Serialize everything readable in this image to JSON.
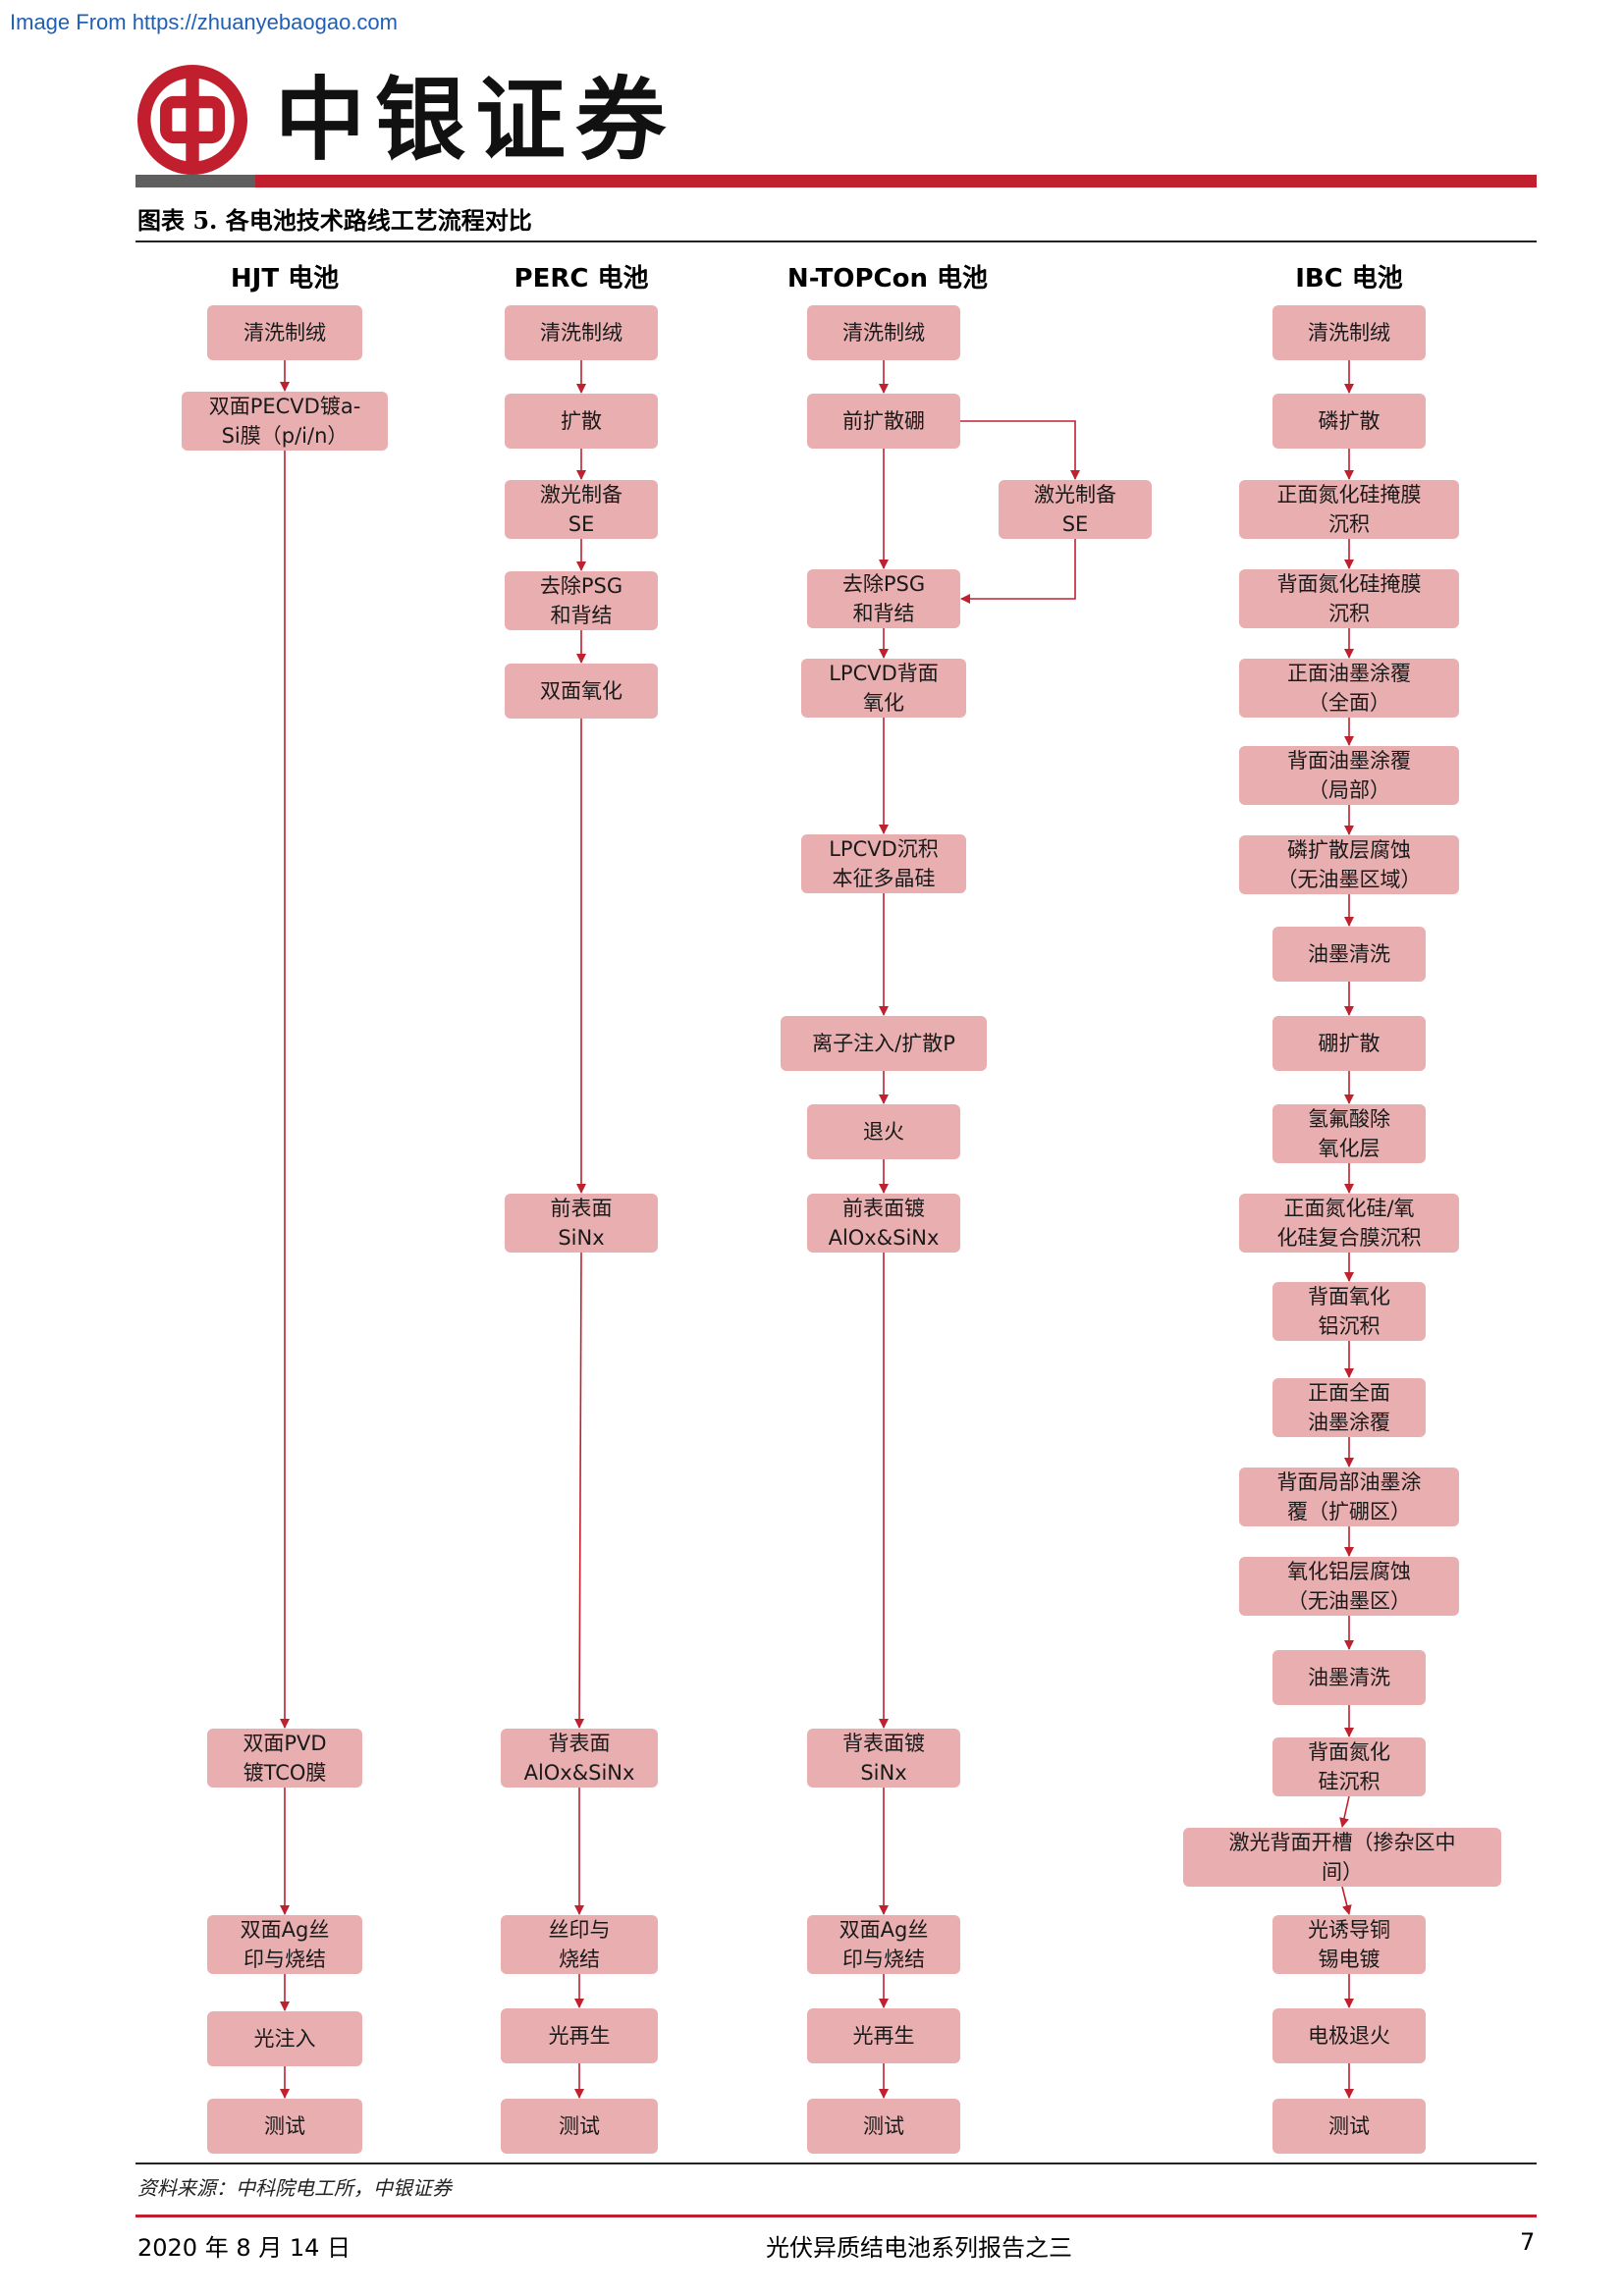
{
  "header": {
    "source_url": "Image From https://zhuanyebaogao.com",
    "brand": "中银证券",
    "figure_title": "图表 5. 各电池技术路线工艺流程对比"
  },
  "columns": [
    {
      "heading": "HJT 电池",
      "steps": [
        "清洗制绒",
        "双面PECVD镀a-\nSi膜（p/i/n）",
        "双面PVD\n镀TCO膜",
        "双面Ag丝\n印与烧结",
        "光注入",
        "测试"
      ]
    },
    {
      "heading": "PERC 电池",
      "steps": [
        "清洗制绒",
        "扩散",
        "激光制备\nSE",
        "去除PSG\n和背结",
        "双面氧化",
        "前表面\nSiNx",
        "背表面\nAlOx&SiNx",
        "丝印与\n烧结",
        "光再生",
        "测试"
      ]
    },
    {
      "heading": "N-TOPCon 电池",
      "steps": [
        "清洗制绒",
        "前扩散硼",
        "激光制备\nSE",
        "去除PSG\n和背结",
        "LPCVD背面\n氧化",
        "LPCVD沉积\n本征多晶硅",
        "离子注入/扩散P",
        "退火",
        "前表面镀\nAlOx&SiNx",
        "背表面镀\nSiNx",
        "双面Ag丝\n印与烧结",
        "光再生",
        "测试"
      ]
    },
    {
      "heading": "IBC 电池",
      "steps": [
        "清洗制绒",
        "磷扩散",
        "正面氮化硅掩膜\n沉积",
        "背面氮化硅掩膜\n沉积",
        "正面油墨涂覆\n（全面）",
        "背面油墨涂覆\n（局部）",
        "磷扩散层腐蚀\n（无油墨区域）",
        "油墨清洗",
        "硼扩散",
        "氢氟酸除\n氧化层",
        "正面氮化硅/氧\n化硅复合膜沉积",
        "背面氧化\n铝沉积",
        "正面全面\n油墨涂覆",
        "背面局部油墨涂\n覆（扩硼区）",
        "氧化铝层腐蚀\n（无油墨区）",
        "油墨清洗",
        "背面氮化\n硅沉积",
        "激光背面开槽（掺杂区中\n间）",
        "光诱导铜\n锡电镀",
        "电极退火",
        "测试"
      ]
    }
  ],
  "colors": {
    "box_fill": "#e8aeb0",
    "arrow": "#c0212e",
    "brand_red": "#c11f2d"
  },
  "source_note": "资料来源：中科院电工所，中银证券",
  "footer": {
    "date": "2020 年 8 月 14 日",
    "title": "光伏异质结电池系列报告之三",
    "page": "7"
  }
}
